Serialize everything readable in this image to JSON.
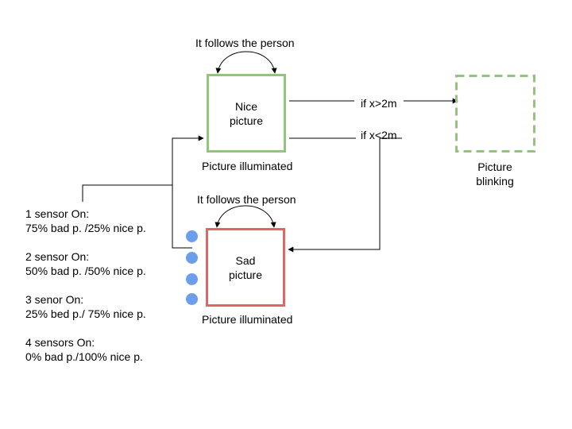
{
  "diagram": {
    "nice_box": {
      "line1": "Nice",
      "line2": "picture",
      "border_color": "#93c47d"
    },
    "sad_box": {
      "line1": "Sad",
      "line2": "picture",
      "border_color": "#e06666"
    },
    "blinking_box": {
      "border_color": "#93c47d",
      "style": "dashed"
    },
    "labels": {
      "follows_top": "It follows the person",
      "follows_bottom": "It follows the person",
      "illuminated_top": "Picture illuminated",
      "illuminated_bottom": "Picture illuminated",
      "if_greater": "if x>2m",
      "if_less": "if x<2m",
      "blinking_line1": "Picture",
      "blinking_line2": "blinking"
    },
    "sensor_color": "#6d9eeb",
    "sensor_count": 4,
    "legend": [
      {
        "title": "1 sensor On:",
        "detail": "75% bad p. /25% nice p."
      },
      {
        "title": "2 sensor On:",
        "detail": "50% bad p. /50% nice p."
      },
      {
        "title": "3 senor On:",
        "detail": "25% bed p./ 75% nice p."
      },
      {
        "title": "4 sensors On:",
        "detail": "0% bad p./100% nice p."
      }
    ]
  }
}
